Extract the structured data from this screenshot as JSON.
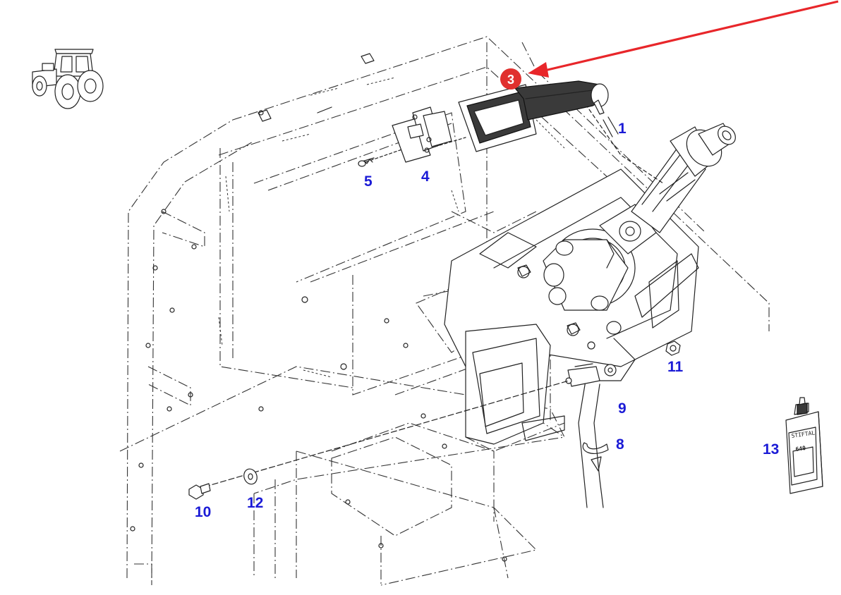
{
  "diagram": {
    "callouts": {
      "c1": "1",
      "c3": "3",
      "c4": "4",
      "c5": "5",
      "c8": "8",
      "c9": "9",
      "c10": "10",
      "c11": "11",
      "c12": "12",
      "c13": "13"
    },
    "highlight": {
      "badge_color": "#e0302e",
      "arrow_color": "#e8262a"
    },
    "callout_color": "#1b1bd6",
    "bottle": {
      "label_top": "STIFTAL",
      "label_num": "640"
    },
    "icons": {
      "thumbnail": "tractor-icon"
    }
  }
}
